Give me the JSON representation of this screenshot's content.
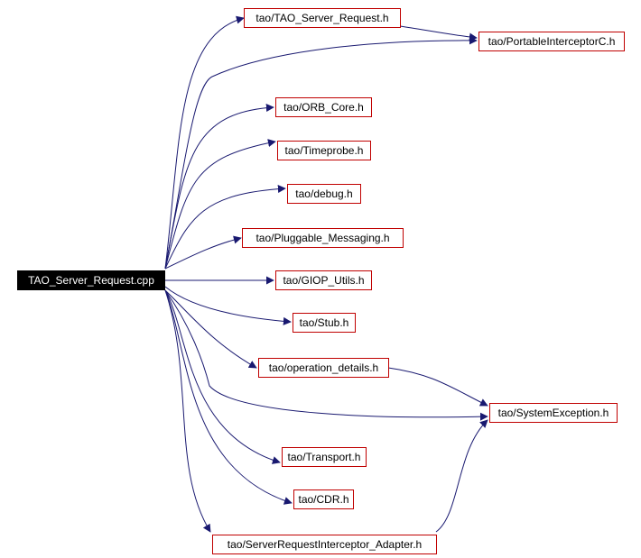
{
  "graph": {
    "root": "TAO_Server_Request.cpp",
    "nodes": {
      "tao_server_request_h": "tao/TAO_Server_Request.h",
      "portable_interceptor_c_h": "tao/PortableInterceptorC.h",
      "orb_core_h": "tao/ORB_Core.h",
      "timeprobe_h": "tao/Timeprobe.h",
      "debug_h": "tao/debug.h",
      "pluggable_messaging_h": "tao/Pluggable_Messaging.h",
      "giop_utils_h": "tao/GIOP_Utils.h",
      "stub_h": "tao/Stub.h",
      "operation_details_h": "tao/operation_details.h",
      "system_exception_h": "tao/SystemException.h",
      "transport_h": "tao/Transport.h",
      "cdr_h": "tao/CDR.h",
      "server_request_interceptor_adapter_h": "tao/ServerRequestInterceptor_Adapter.h"
    },
    "edges": [
      [
        "root",
        "tao_server_request_h"
      ],
      [
        "root",
        "portable_interceptor_c_h"
      ],
      [
        "root",
        "orb_core_h"
      ],
      [
        "root",
        "timeprobe_h"
      ],
      [
        "root",
        "debug_h"
      ],
      [
        "root",
        "pluggable_messaging_h"
      ],
      [
        "root",
        "giop_utils_h"
      ],
      [
        "root",
        "stub_h"
      ],
      [
        "root",
        "operation_details_h"
      ],
      [
        "root",
        "system_exception_h"
      ],
      [
        "root",
        "transport_h"
      ],
      [
        "root",
        "cdr_h"
      ],
      [
        "root",
        "server_request_interceptor_adapter_h"
      ],
      [
        "tao_server_request_h",
        "portable_interceptor_c_h"
      ],
      [
        "operation_details_h",
        "system_exception_h"
      ],
      [
        "server_request_interceptor_adapter_h",
        "system_exception_h"
      ]
    ],
    "colors": {
      "edge": "#191970",
      "node_border": "#c00000",
      "root_fill": "#000000",
      "root_text": "#ffffff"
    }
  }
}
